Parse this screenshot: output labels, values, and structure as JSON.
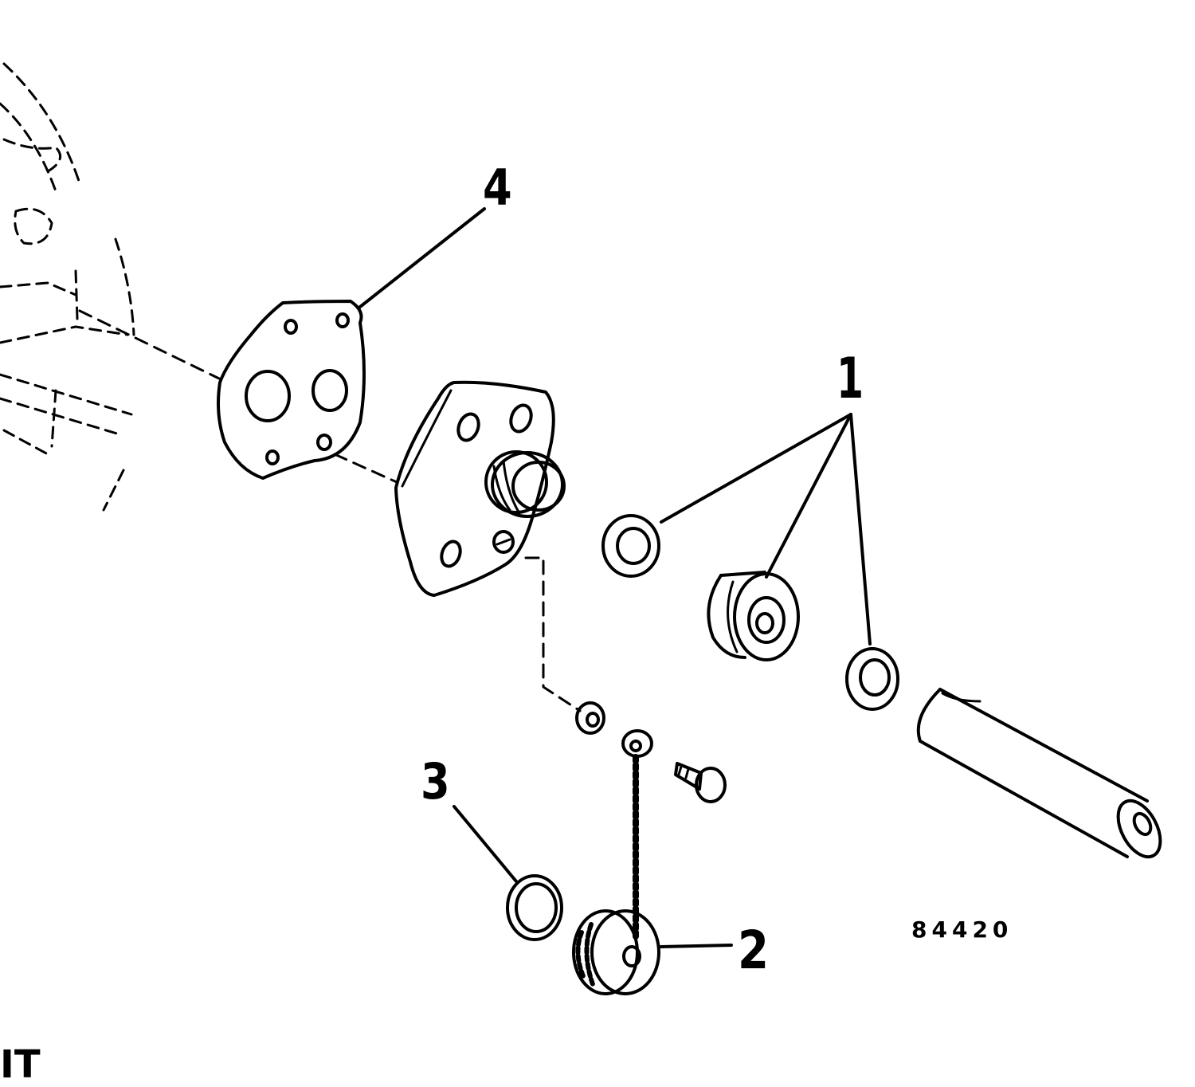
{
  "callouts": {
    "part_1": "1",
    "part_2": "2",
    "part_3": "3",
    "part_4": "4"
  },
  "figure_number": "84420",
  "corner_fragment": "IT",
  "colors": {
    "ink": "#000000",
    "paper": "#ffffff"
  }
}
